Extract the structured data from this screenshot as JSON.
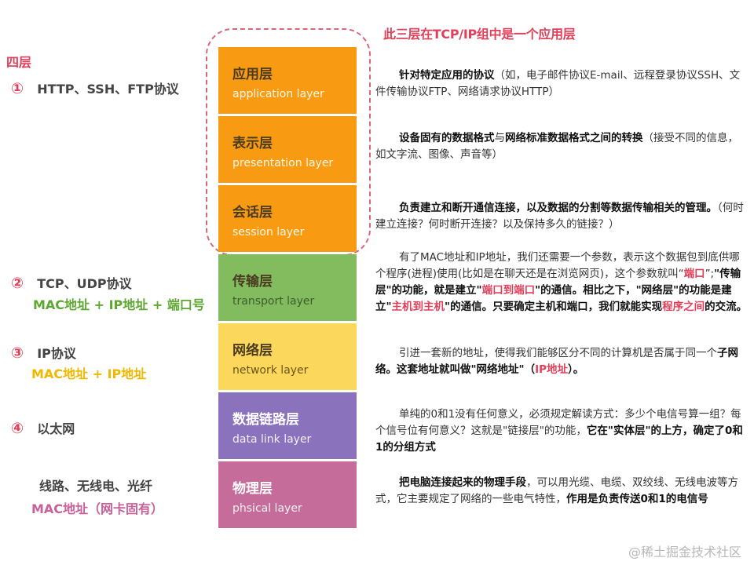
{
  "caption": "此三层在TCP/IP组中是一个应用层",
  "left": {
    "title": "四层",
    "items": [
      {
        "num": "①",
        "protocols": "HTTP、SSH、FTP协议",
        "addr": ""
      },
      {
        "num": "②",
        "protocols": "TCP、UDP协议",
        "addr": "MAC地址 + IP地址 + 端口号"
      },
      {
        "num": "③",
        "protocols": "IP协议",
        "addr": "MAC地址 + IP地址"
      },
      {
        "num": "④",
        "protocols": "以太网",
        "addr": ""
      },
      {
        "num": "",
        "protocols": "线路、无线电、光纤",
        "addr": "MAC地址（网卡固有）"
      }
    ]
  },
  "layers": [
    {
      "zh": "应用层",
      "en": "application layer",
      "color": "#f89b12"
    },
    {
      "zh": "表示层",
      "en": "presentation layer",
      "color": "#f89b12"
    },
    {
      "zh": "会话层",
      "en": "session layer",
      "color": "#f89b12"
    },
    {
      "zh": "传输层",
      "en": "transport layer",
      "color": "#82bc5e"
    },
    {
      "zh": "网络层",
      "en": "network layer",
      "color": "#fbd85c"
    },
    {
      "zh": "数据链路层",
      "en": "data link layer",
      "color": "#8a72bd"
    },
    {
      "zh": "物理层",
      "en": "phsical layer",
      "color": "#c56c9b"
    }
  ],
  "addr_colors": {
    "transport": "#5ea832",
    "network": "#f0b800",
    "physical": "#c8609a"
  },
  "descriptions": {
    "application": {
      "bold": "针对特定应用的协议",
      "rest": "（如，电子邮件协议E-mail、远程登录协议SSH、文件传输协议FTP、网络请求协议HTTP）"
    },
    "presentation": {
      "bold1": "设备固有的数据格式",
      "mid": "与",
      "bold2": "网络标准数据格式之间的转换",
      "rest": "（接受不同的信息，如文字流、图像、声音等）"
    },
    "session": {
      "bold": "负责建立和断开通信连接，以及数据的分割等数据传输相关的管理。",
      "rest": "（何时建立连接？何时断开连接？以及保持多久的链接？）"
    },
    "transport": {
      "p1": "有了MAC地址和IP地址，我们还需要一个参数，表示这个数据包到底供哪个程序(进程)使用(比如是在聊天还是在浏览网页)，这个参数就叫“",
      "r1": "端口",
      "p2": "”;",
      "b1": "\"传输层\"的功能，就是建立\"",
      "r2": "端口到端口",
      "b2": "\"的通信。相比之下，\"网络层\"的功能是建立\"",
      "r3": "主机到主机",
      "b3": "\"的通信。只要确定主机和端口，我们就能实现",
      "r4": "程序之间",
      "b4": "的交流。"
    },
    "network": {
      "p1": "引进一套新的地址，使得我们能够区分不同的计算机是否属于同一个",
      "b1": "子网络。这套地址就叫做\"网络地址\"（",
      "r1": "IP地址",
      "b2": "）。"
    },
    "datalink": {
      "p1": "单纯的0和1没有任何意义，必须规定解读方式：多少个电信号算一组？每个信号位有何意义？这就是\"链接层\"的功能，",
      "b1": "它在\"实体层\"的上方，确定了0和1的分组方式"
    },
    "physical": {
      "b1": "把电脑连接起来的物理手段",
      "p1": "，可以用光缆、电缆、双绞线、无线电波等方式，它主要规定了网络的一些电气特性，",
      "b2": "作用是负责传送0和1的电信号"
    }
  },
  "watermark": "@稀土掘金技术社区"
}
